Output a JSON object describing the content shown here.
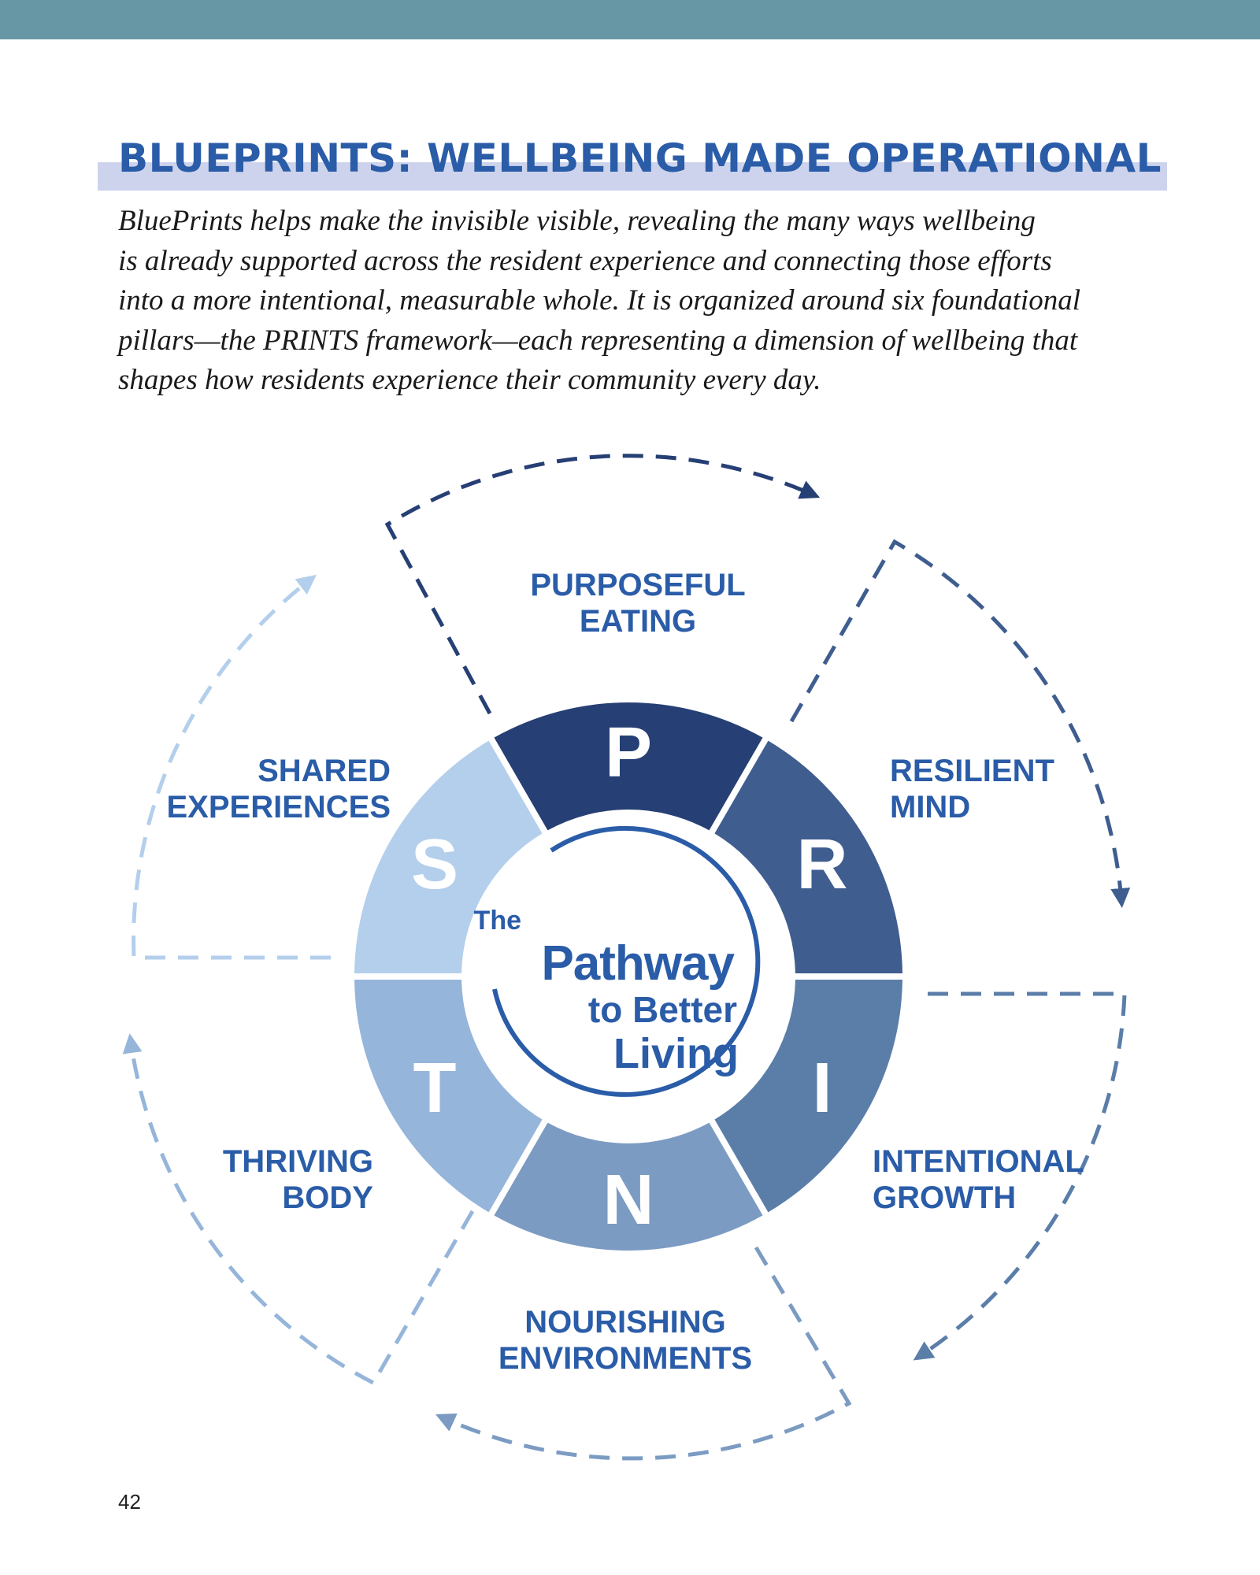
{
  "header": {
    "title": "BLUEPRINTS: WELLBEING MADE OPERATIONAL"
  },
  "intro_lines": [
    "BluePrints helps make the invisible visible, revealing the many ways wellbeing",
    "is already supported across the resident experience and connecting those efforts",
    "into a more intentional, measurable whole. It is organized around six foundational",
    "pillars—the PRINTS framework—each representing a dimension of wellbeing that",
    "shapes how residents experience their community every day."
  ],
  "diagram": {
    "center": {
      "line1": "The",
      "line2": "Pathway",
      "line3": "to Better",
      "line4": "Living"
    },
    "pillars": [
      {
        "letter": "P",
        "label_lines": [
          "PURPOSEFUL",
          "EATING"
        ],
        "color": "#263f74"
      },
      {
        "letter": "R",
        "label_lines": [
          "RESILIENT",
          "MIND"
        ],
        "color": "#3f5d8f"
      },
      {
        "letter": "I",
        "label_lines": [
          "INTENTIONAL",
          "GROWTH"
        ],
        "color": "#5b7ea9"
      },
      {
        "letter": "N",
        "label_lines": [
          "NOURISHING",
          "ENVIRONMENTS"
        ],
        "color": "#7b9bc2"
      },
      {
        "letter": "T",
        "label_lines": [
          "THRIVING",
          "BODY"
        ],
        "color": "#96b5da"
      },
      {
        "letter": "S",
        "label_lines": [
          "SHARED",
          "EXPERIENCES"
        ],
        "color": "#b4cfec"
      }
    ]
  },
  "page_number": "42"
}
